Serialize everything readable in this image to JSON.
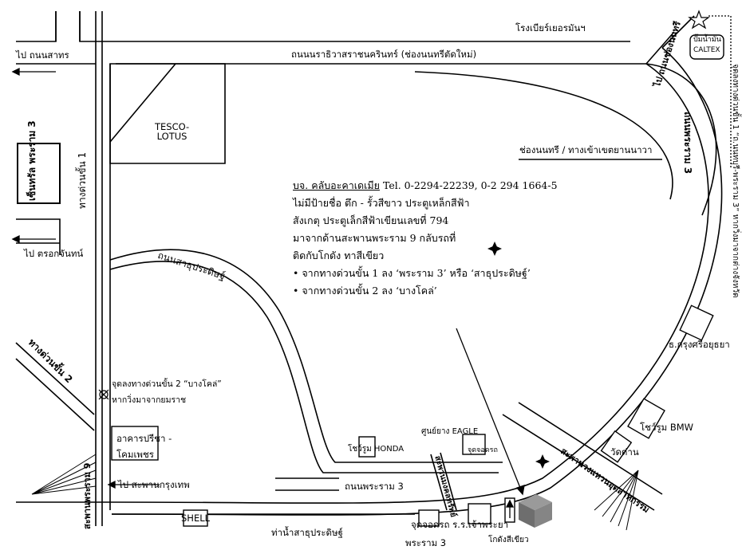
{
  "map": {
    "roads": {
      "rama4_upper": "ถนนพระราม 3",
      "ratchawi": "ถนนนราธิวาสราชนครินทร์ (ช่องนนทรีตัดใหม่)",
      "sathupradit": "ถนนสาธุประดิษฐ์",
      "rama3": "ถนนพระราม 3",
      "tangduan1": "ทางด่วนขั้น 1",
      "tangduan2": "ทางด่วนขั้น 2",
      "sathorn_bridge": "สะพานมงคลทรัพย์",
      "rama9_bridge": "สะพานพระราม 9",
      "chongnonsi": "ไป ถนนช่องนนทรี",
      "bridge_right": "สะพานวงแหวนอุตสาหกรรม"
    },
    "labels": {
      "beer": "โรงเบียร์เยอรมันฯ",
      "to_sathorn": "ไป ถนนสาทร",
      "to_tok": "ไป ตรอกจันทน์",
      "to_bridge": "ไป สะพานกรุงเทพ",
      "central": "เซ็นทรัล พระราม 3",
      "tesco": "TESCO-\nLOTUS",
      "chongnonsi_ent": "ช่องนนทรี / ทางเข้าเขตยานนาวา",
      "caltex": "CALTEX",
      "caltex_th": "ปั๊มน้ำมัน",
      "krungsri": "ธ.กรุงศรีอยุธยา",
      "bmw": "โชว์รูม BMW",
      "watdan": "วัดด่าน",
      "honda": "โชว์รูม HONDA",
      "eagle": "ศูนย์ยาง EAGLE",
      "shell": "SHELL",
      "pier": "ท่าน้ำสาธุประดิษฐ์",
      "jk": "จุดจอดรถ",
      "ror": "จุดจอดรถ ร.ร.เจ้าพระยา",
      "rama3_bottom": "พระราม 3",
      "warehouse": "โกดังสีเขียว",
      "prasat": "อาคารปรีชา -\nโคมเพชร",
      "exit2": "จุดลงทางด่วนขั้น 2 “บางโคล่”",
      "exit2b": "หากวิ่งมาจากยมราช",
      "right_note": "จุดลงทางด่วนขั้น 1 “ถ.นนทบุรี-พระราม 3” หากวิ่งมาจากต่างจังหวัด"
    },
    "info": {
      "line1_head": "บจ. คลับอะคาเดเมีย",
      "line1_tel": " Tel. 0-2294-22239, 0-2 294 1664-5",
      "line2": "ไม่มีป้ายชื่อ  ตึก - รั้วสีขาว ประตูเหล็กสีฟ้า",
      "line3": "สังเกตุ ประตูเล็กสีฟ้าเขียนเลขที่ 794",
      "line4": "มาจากด้านสะพานพระราม 9 กลับรถที่",
      "line5": "ติดกับโกดัง ทาสีเขียว",
      "line6": "• จากทางด่วนขั้น 1 ลง ‘พระราม 3’ หรือ ‘สาธุประดิษฐ์’",
      "line7": "• จากทางด่วนขั้น 2 ลง ‘บางโคล่’"
    }
  }
}
